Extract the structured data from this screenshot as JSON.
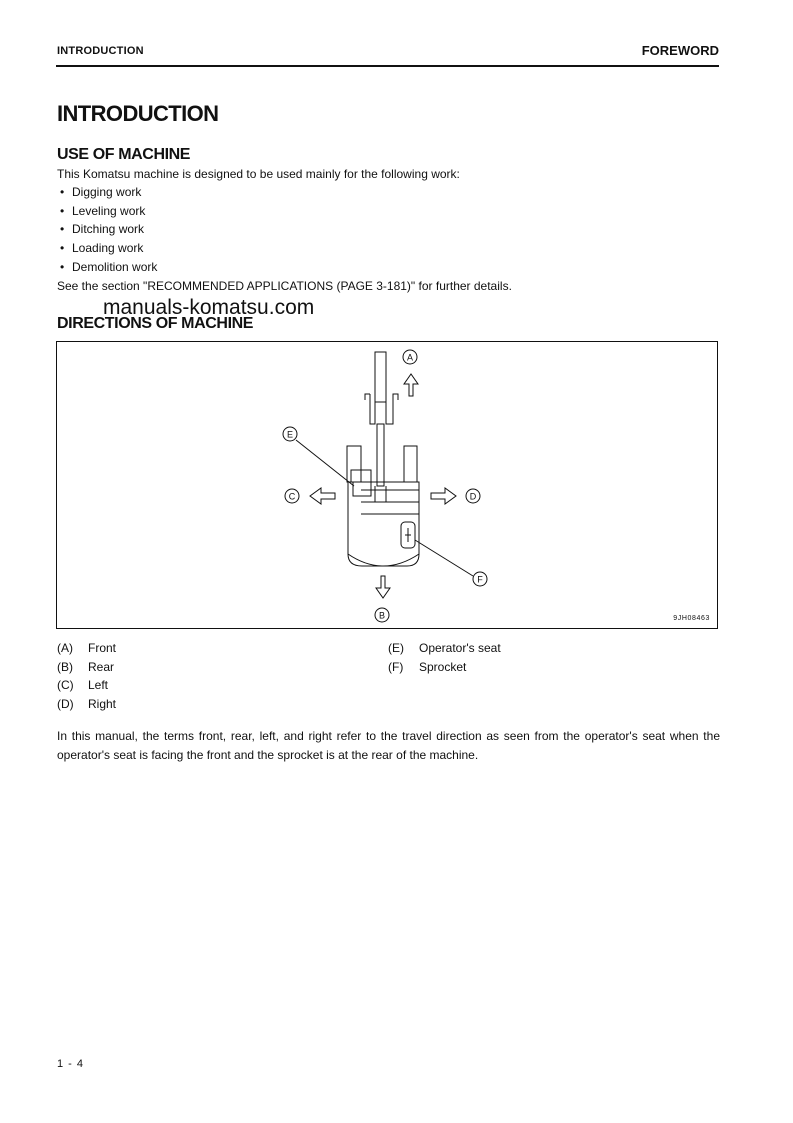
{
  "header": {
    "left": "INTRODUCTION",
    "right": "FOREWORD"
  },
  "title": "INTRODUCTION",
  "use_of_machine": {
    "heading": "USE OF MACHINE",
    "intro": "This Komatsu machine is designed to be used mainly for the following work:",
    "bullets": [
      "Digging work",
      "Leveling work",
      "Ditching work",
      "Loading work",
      "Demolition work"
    ],
    "see_also": "See the section \"RECOMMENDED APPLICATIONS (PAGE 3-181)\" for further details."
  },
  "watermark": "manuals-komatsu.com",
  "directions": {
    "heading": "DIRECTIONS OF MACHINE",
    "figure_code": "9JH08463",
    "callouts": {
      "a": "A",
      "b": "B",
      "c": "C",
      "d": "D",
      "e": "E",
      "f": "F"
    },
    "legend": [
      {
        "key": "(A)",
        "label": "Front"
      },
      {
        "key": "(B)",
        "label": "Rear"
      },
      {
        "key": "(C)",
        "label": "Left"
      },
      {
        "key": "(D)",
        "label": "Right"
      },
      {
        "key": "(E)",
        "label": "Operator's seat"
      },
      {
        "key": "(F)",
        "label": "Sprocket"
      }
    ],
    "paragraph": "In this manual, the terms front, rear, left, and right refer to the travel direction as seen from the operator's seat when the operator's seat is facing the front and the sprocket is at the rear of the machine."
  },
  "page_number": "1 - 4"
}
